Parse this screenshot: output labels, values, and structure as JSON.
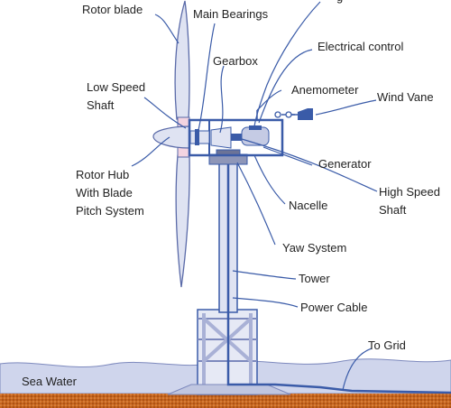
{
  "labels": {
    "rotor_blade": "Rotor blade",
    "main_bearings": "Main Bearings",
    "top_partial": "g",
    "gearbox": "Gearbox",
    "electrical_control": "Electrical control",
    "low_speed_shaft_1": "Low Speed",
    "low_speed_shaft_2": "Shaft",
    "anemometer": "Anemometer",
    "wind_vane": "Wind Vane",
    "generator": "Generator",
    "rotor_hub_1": "Rotor Hub",
    "rotor_hub_2": "With Blade",
    "rotor_hub_3": "Pitch System",
    "nacelle": "Nacelle",
    "high_speed_shaft_1": "High Speed",
    "high_speed_shaft_2": "Shaft",
    "yaw_system": "Yaw System",
    "tower": "Tower",
    "power_cable": "Power Cable",
    "to_grid": "To Grid",
    "sea_water": "Sea Water"
  },
  "colors": {
    "blade_fill": "#dfe3f2",
    "blade_stroke": "#5a6aa8",
    "structure": "#3a5ba8",
    "pointer": "#3a5ba8",
    "sea_fill": "#cfd5ec",
    "seabed": "#c8661e",
    "text": "#222222"
  }
}
